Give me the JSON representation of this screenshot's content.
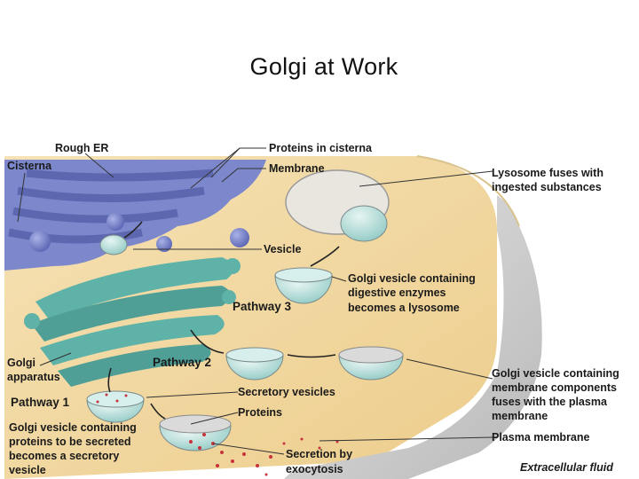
{
  "slide": {
    "title": "Golgi at Work"
  },
  "labels": {
    "rough_er": "Rough ER",
    "cisterna": "Cisterna",
    "proteins_in_cisterna": "Proteins in cisterna",
    "membrane": "Membrane",
    "vesicle": "Vesicle",
    "golgi_apparatus": [
      "Golgi",
      "apparatus"
    ],
    "pathway_1": "Pathway 1",
    "pathway_2": "Pathway 2",
    "pathway_3": "Pathway 3",
    "secretory_vesicles": "Secretory vesicles",
    "proteins": "Proteins",
    "lysosome_fuses": [
      "Lysosome fuses with",
      "ingested substances"
    ],
    "golgi_vesicle_digestive": [
      "Golgi vesicle containing",
      "digestive enzymes",
      "becomes a lysosome"
    ],
    "golgi_vesicle_membrane": [
      "Golgi vesicle containing",
      "membrane components",
      "fuses with the plasma",
      "membrane"
    ],
    "plasma_membrane": "Plasma membrane",
    "golgi_vesicle_secreted": [
      "Golgi vesicle containing",
      "proteins to be secreted",
      "becomes a secretory",
      "vesicle"
    ],
    "secretion_by_exocytosis": [
      "Secretion by",
      "exocytosis"
    ],
    "extracellular_fluid": "Extracellular fluid"
  },
  "colors": {
    "cytoplasm": "#f3d9a4",
    "er": "#7d88cc",
    "golgi": "#5fb2a8",
    "vesicle": "#a7d6d2",
    "membrane": "#c9c9c9",
    "protein_red": "#c8323c"
  }
}
